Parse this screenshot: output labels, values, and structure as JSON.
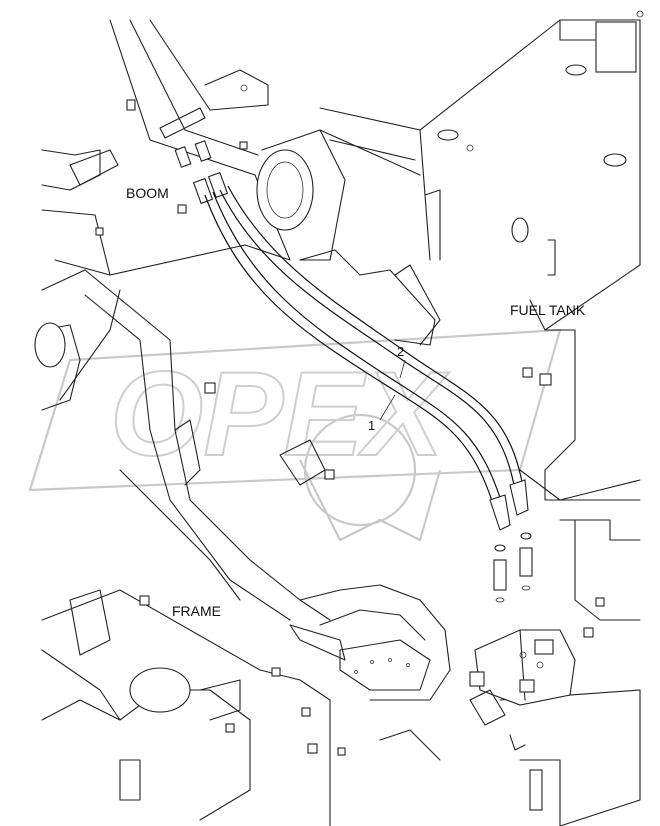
{
  "labels": {
    "boom": "BOOM",
    "fuel_tank": "FUEL TANK",
    "frame": "FRAME"
  },
  "callouts": {
    "part_1": "1",
    "part_2": "2"
  },
  "watermark": {
    "text": "OPEX"
  },
  "colors": {
    "line": "#222222",
    "watermark": "#c9c9c9",
    "background": "#ffffff"
  }
}
